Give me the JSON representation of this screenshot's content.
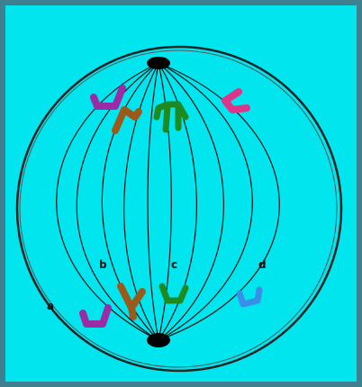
{
  "diagram": {
    "labels": [
      {
        "id": "a",
        "text": "a"
      },
      {
        "id": "b",
        "text": "b"
      },
      {
        "id": "c",
        "text": "c"
      },
      {
        "id": "d",
        "text": "d"
      }
    ],
    "colors": {
      "background": "#00e5ee",
      "frame": "#3f7f8f",
      "cell_outline": "#222222",
      "spindle_line": "#111111",
      "pole": "#000000",
      "chromosome_purple": "#9b2ca6",
      "chromosome_pink": "#e0338a",
      "chromosome_brown": "#9c5a1a",
      "chromosome_green": "#1f8a1f",
      "chromosome_blue": "#3a8ee8"
    }
  }
}
